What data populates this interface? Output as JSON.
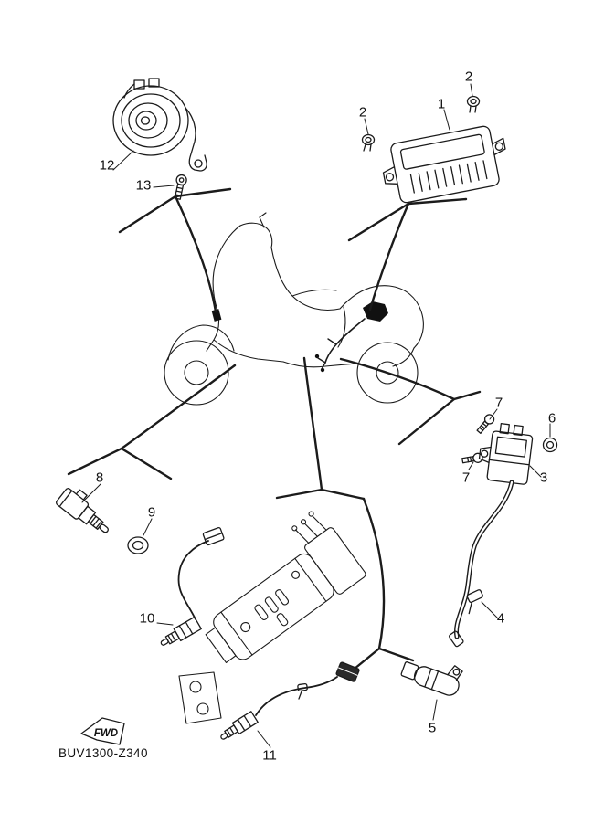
{
  "diagram": {
    "code": "BUV1300-Z340",
    "fwd_label": "FWD",
    "colors": {
      "line": "#1b1b1b",
      "background": "#ffffff"
    },
    "callouts": {
      "c1": "1",
      "c2a": "2",
      "c2b": "2",
      "c3": "3",
      "c4": "4",
      "c5": "5",
      "c6": "6",
      "c7a": "7",
      "c7b": "7",
      "c8": "8",
      "c9": "9",
      "c10": "10",
      "c11": "11",
      "c12": "12",
      "c13": "13"
    }
  }
}
